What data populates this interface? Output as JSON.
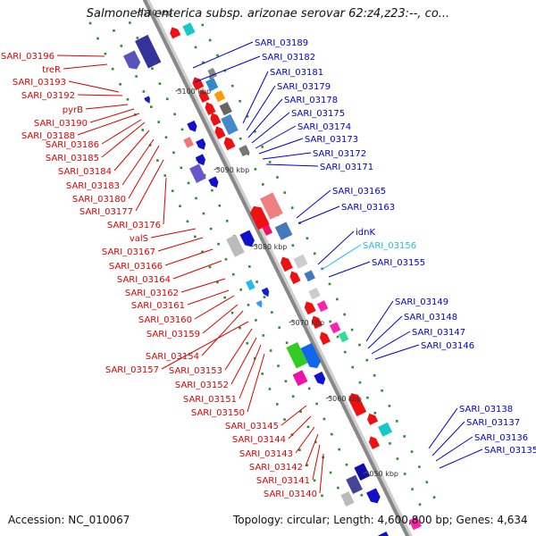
{
  "title": "Salmonella enterica subsp. arizonae serovar 62:z4,z23:--, co...",
  "footer": {
    "accession_label": "Accession:",
    "accession": "NC_010067",
    "topology_label": "Topology:",
    "topology": "circular",
    "length_label": "Length:",
    "length": "4,600,800 bp",
    "genes_label": "Genes:",
    "genes": "4,634"
  },
  "colors": {
    "reverse_strand_label": "#dd0000",
    "forward_strand_label": "#0000cc",
    "highlight_label": "#22bbee",
    "backbone": "#888888"
  },
  "scale_ticks": [
    "3110 kbp",
    "3100 kbp",
    "3090 kbp",
    "3080 kbp",
    "3070 kbp",
    "3060 kbp",
    "3050 kbp"
  ],
  "left_genes": [
    "SARI_03196",
    "treR",
    "SARI_03193",
    "SARI_03192",
    "pyrB",
    "SARI_03190",
    "SARI_03188",
    "SARI_03186",
    "SARI_03185",
    "SARI_03184",
    "SARI_03183",
    "SARI_03180",
    "SARI_03177",
    "SARI_03176",
    "valS",
    "SARI_03167",
    "SARI_03166",
    "SARI_03164",
    "SARI_03162",
    "SARI_03161",
    "SARI_03160",
    "SARI_03159",
    "SARI_03154",
    "SARI_03157",
    "SARI_03153",
    "SARI_03152",
    "SARI_03151",
    "SARI_03150",
    "SARI_03145",
    "SARI_03144",
    "SARI_03143",
    "SARI_03142",
    "SARI_03141",
    "SARI_03140"
  ],
  "right_genes": [
    "SARI_03189",
    "SARI_03182",
    "SARI_03181",
    "SARI_03179",
    "SARI_03178",
    "SARI_03175",
    "SARI_03174",
    "SARI_03173",
    "SARI_03172",
    "SARI_03171",
    "SARI_03165",
    "SARI_03163",
    "idnK",
    "SARI_03156",
    "SARI_03155",
    "SARI_03149",
    "SARI_03148",
    "SARI_03147",
    "SARI_03146",
    "SARI_03138",
    "SARI_03137",
    "SARI_03136",
    "SARI_03135"
  ]
}
